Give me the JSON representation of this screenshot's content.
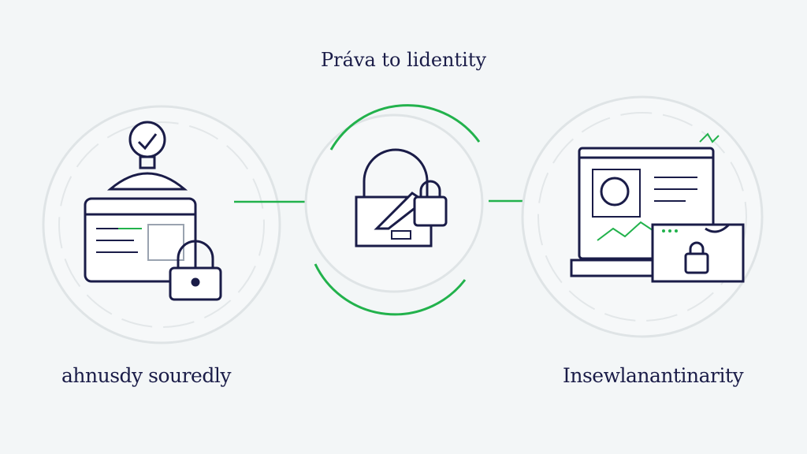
{
  "title": "Práva to lidentity",
  "steps": [
    {
      "label": "ahnusdy souredly",
      "icon": "user-computer-lock-icon"
    },
    {
      "label": "",
      "icon": "padlock-key-icon"
    },
    {
      "label": "Insewlanantinarity",
      "icon": "laptop-dashboard-lock-icon"
    }
  ],
  "colors": {
    "accent": "#22b24c",
    "ink": "#1a1c48",
    "background": "#f3f6f7"
  }
}
